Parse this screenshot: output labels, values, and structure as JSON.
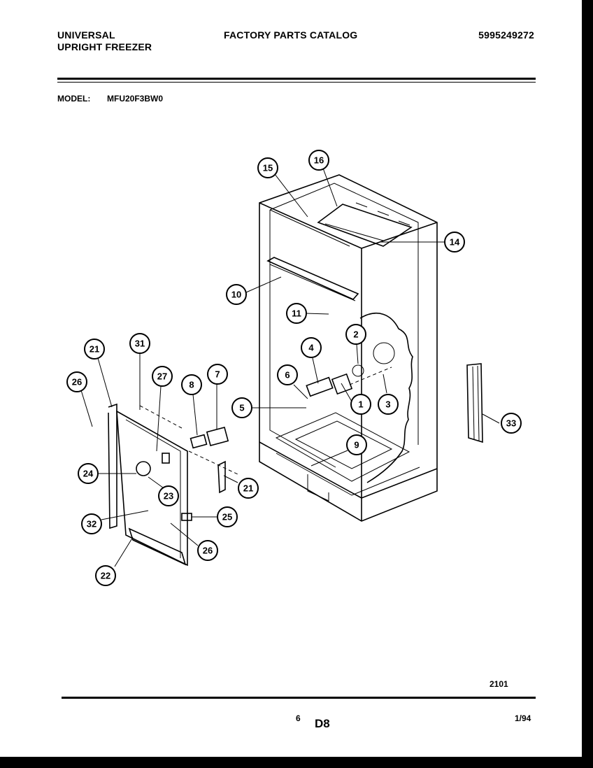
{
  "header": {
    "brand_line1": "UNIVERSAL",
    "brand_line2": "UPRIGHT FREEZER",
    "catalog_title": "FACTORY PARTS CATALOG",
    "catalog_number": "5995249272"
  },
  "model": {
    "label": "MODEL:",
    "value": "MFU20F3BW0"
  },
  "callouts": [
    "1",
    "2",
    "3",
    "4",
    "5",
    "6",
    "7",
    "8",
    "9",
    "10",
    "11",
    "14",
    "15",
    "16",
    "21",
    "21",
    "22",
    "23",
    "24",
    "25",
    "26",
    "26",
    "27",
    "31",
    "32",
    "33"
  ],
  "footer": {
    "ref_code": "2101",
    "page_number": "6",
    "section": "D8",
    "date": "1/94"
  }
}
